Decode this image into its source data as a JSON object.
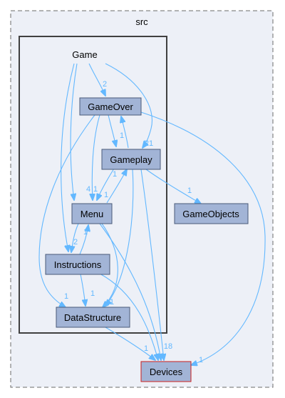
{
  "diagram": {
    "clusters": {
      "src": "src",
      "game": "Game"
    },
    "nodes": {
      "gameover": "GameOver",
      "gameplay": "Gameplay",
      "menu": "Menu",
      "instructions": "Instructions",
      "datastructure": "DataStructure",
      "gameobjects": "GameObjects",
      "devices": "Devices"
    },
    "edge_labels": {
      "game_gameover": "2",
      "game_gameplay": "21",
      "game_menu": "4",
      "gameover_gameplay": "1",
      "gameplay_gameover": "1",
      "gameover_menu": "1",
      "gameplay_menu": "1",
      "menu_gameplay": "1",
      "menu_instructions": "2",
      "instructions_menu": "1",
      "instructions_ds": "1",
      "gameover_ds": "1",
      "gameplay_ds": "1",
      "menu_ds": "1",
      "gameplay_gameobjects": "1",
      "ds_devices": "1",
      "gameplay_devices": "18",
      "gameover_devices": "1"
    },
    "colors": {
      "node_fill": "#a2b4d6",
      "node_stroke": "#495a78",
      "devices_fill": "#a2b4d6",
      "devices_stroke": "#c91e1e",
      "edge": "#63b8ff",
      "src_fill": "#edf0f7",
      "src_stroke": "#6b6b6b",
      "game_stroke": "#404040"
    }
  }
}
